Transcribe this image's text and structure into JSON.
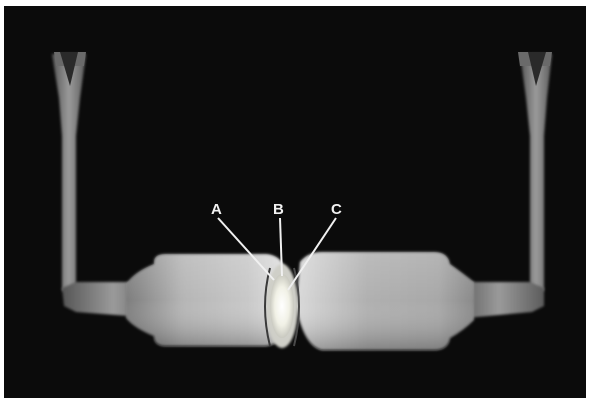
{
  "labels": {
    "a": "A",
    "b": "B",
    "c": "C"
  },
  "colors": {
    "background": "#0b0b0b",
    "metal_light": "#d8d8d8",
    "metal_mid": "#9a9a9a",
    "metal_dark": "#5a5a5a",
    "hot_spot": "#f4f4ec",
    "label_text": "#f2f2f2"
  }
}
